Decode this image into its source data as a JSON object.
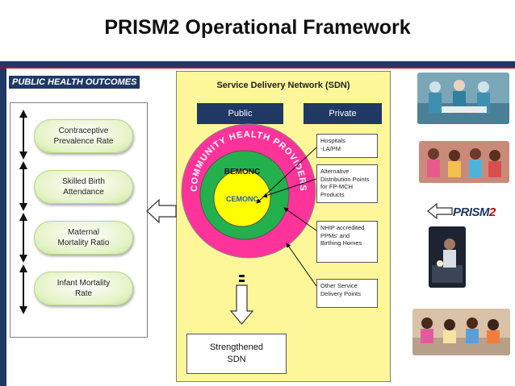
{
  "title": "PRISM2 Operational Framework",
  "outcomes": {
    "label": "PUBLIC HEALTH OUTCOMES",
    "items": [
      {
        "line1": "Contraceptive",
        "line2": "Prevalence Rate"
      },
      {
        "line1": "Skilled Birth",
        "line2": "Attendance"
      },
      {
        "line1": "Maternal",
        "line2": "Mortality Ratio"
      },
      {
        "line1": "Infant Mortality",
        "line2": "Rate"
      }
    ]
  },
  "sdn": {
    "title": "Service Delivery Network (SDN)",
    "public_label": "Public",
    "private_label": "Private",
    "ring_label": "COMMUNITY HEALTH PROVIDERS",
    "bemonc_label": "BEMONC",
    "cemonc_label": "CEMONC",
    "private_items": [
      {
        "lines": [
          "Hospitals",
          "-LA/PM"
        ]
      },
      {
        "lines": [
          "Alternative",
          "Distribution Points",
          "for FP-MCH",
          "Products"
        ]
      },
      {
        "lines": [
          "NHIP accredited",
          "PPMs' and",
          "Birthing Homes"
        ]
      },
      {
        "lines": [
          "Other Service",
          "Delivery Points"
        ]
      }
    ],
    "result": {
      "line1": "Strengthened",
      "line2": "SDN"
    }
  },
  "logo": {
    "prefix": "PRISM",
    "suffix": "2"
  },
  "colors": {
    "navy": "#1f3864",
    "red_accent": "#c00000",
    "sdn_background": "#fdf79a",
    "outer_ring": "#ff3399",
    "middle_ring": "#22b14c",
    "inner_circle": "#ffff00",
    "pill_fill": "#e4f3c6"
  }
}
